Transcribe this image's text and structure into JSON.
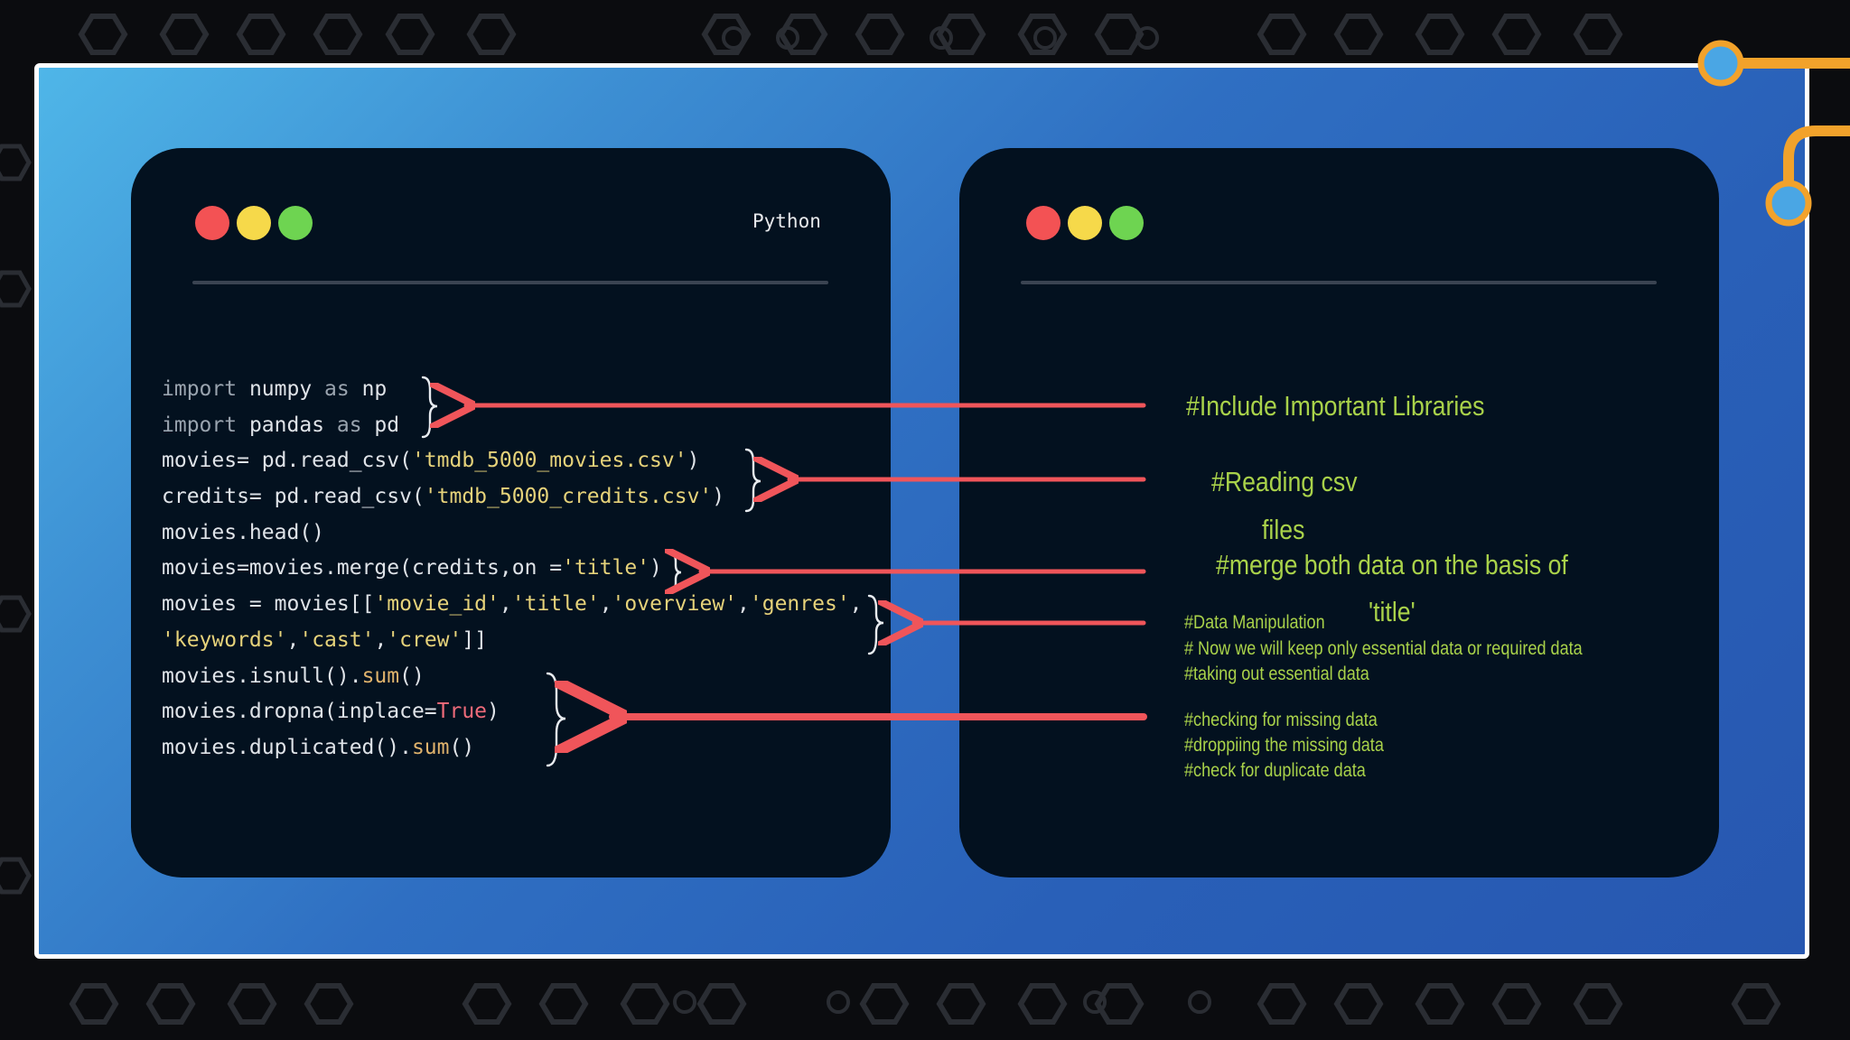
{
  "left_panel": {
    "language": "Python",
    "window_dots": [
      "close",
      "minimize",
      "maximize"
    ],
    "code_lines": [
      [
        {
          "t": "import",
          "c": "kw"
        },
        {
          "t": " numpy "
        },
        {
          "t": "as",
          "c": "kw"
        },
        {
          "t": " np"
        }
      ],
      [
        {
          "t": "import",
          "c": "kw"
        },
        {
          "t": " pandas "
        },
        {
          "t": "as",
          "c": "kw"
        },
        {
          "t": " pd"
        }
      ],
      [
        {
          "t": "movies= pd.read_csv("
        },
        {
          "t": "'tmdb_5000_movies.csv'",
          "c": "str"
        },
        {
          "t": ")"
        }
      ],
      [
        {
          "t": "credits= pd.read_csv("
        },
        {
          "t": "'tmdb_5000_credits.csv'",
          "c": "str"
        },
        {
          "t": ")"
        }
      ],
      [
        {
          "t": "movies.head()"
        }
      ],
      [
        {
          "t": "movies=movies.merge(credits,on ="
        },
        {
          "t": "'title'",
          "c": "str"
        },
        {
          "t": ")"
        }
      ],
      [
        {
          "t": "movies = movies[["
        },
        {
          "t": "'movie_id'",
          "c": "str"
        },
        {
          "t": ","
        },
        {
          "t": "'title'",
          "c": "str"
        },
        {
          "t": ","
        },
        {
          "t": "'overview'",
          "c": "str"
        },
        {
          "t": ","
        },
        {
          "t": "'genres'",
          "c": "str"
        },
        {
          "t": ","
        }
      ],
      [
        {
          "t": "'keywords'",
          "c": "str"
        },
        {
          "t": ","
        },
        {
          "t": "'cast'",
          "c": "str"
        },
        {
          "t": ","
        },
        {
          "t": "'crew'",
          "c": "str"
        },
        {
          "t": "]]"
        }
      ],
      [
        {
          "t": "movies.isnull()."
        },
        {
          "t": "sum",
          "c": "fn"
        },
        {
          "t": "()"
        }
      ],
      [
        {
          "t": "movies.dropna(inplace="
        },
        {
          "t": "True",
          "c": "bool"
        },
        {
          "t": ")"
        }
      ],
      [
        {
          "t": "movies.duplicated()."
        },
        {
          "t": "sum",
          "c": "fn"
        },
        {
          "t": "()"
        }
      ]
    ]
  },
  "right_panel": {
    "window_dots": [
      "close",
      "minimize",
      "maximize"
    ],
    "notes": {
      "libraries": "#Include Important Libraries",
      "reading_csv": "#Reading csv",
      "files": "files",
      "merge": "#merge both data on the basis of",
      "title_word": "'title'",
      "manip_1": "#Data Manipulation",
      "manip_2": "# Now we will keep only essential data or required data",
      "manip_3": "#taking out essential data",
      "missing_1": "#checking for missing data",
      "missing_2": "#droppiing the missing data",
      "missing_3": "#check for duplicate data"
    }
  },
  "colors": {
    "arrow": "#f0555a",
    "note_text": "#a9d24a",
    "panel_bg": "#03111f",
    "frame_border": "#ffffff",
    "accent_connector": "#f2a22b"
  }
}
